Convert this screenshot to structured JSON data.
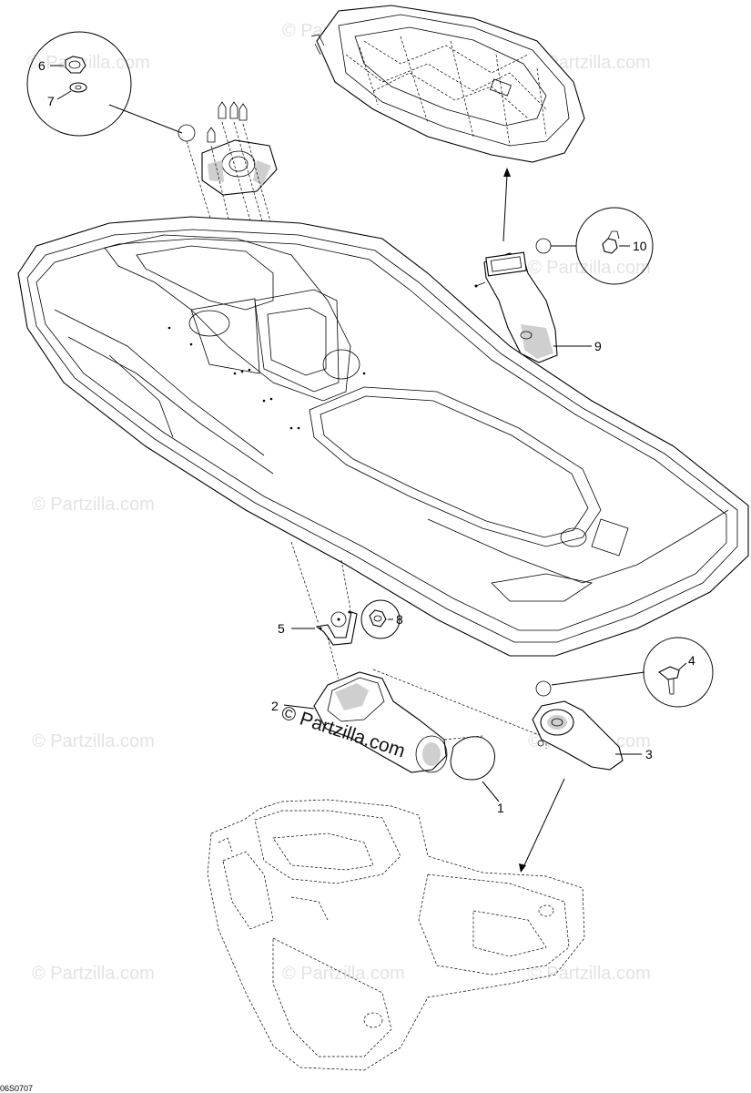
{
  "watermark": "© Partzilla.com",
  "watermark_main": "© Partzilla.com",
  "drawing_code": "06S0707",
  "callouts": [
    {
      "id": "c1",
      "label": "1"
    },
    {
      "id": "c2",
      "label": "2"
    },
    {
      "id": "c3",
      "label": "3"
    },
    {
      "id": "c4",
      "label": "4"
    },
    {
      "id": "c5",
      "label": "5"
    },
    {
      "id": "c6",
      "label": "6"
    },
    {
      "id": "c7",
      "label": "7"
    },
    {
      "id": "c8",
      "label": "8"
    },
    {
      "id": "c9",
      "label": "9"
    },
    {
      "id": "c10",
      "label": "10"
    }
  ]
}
